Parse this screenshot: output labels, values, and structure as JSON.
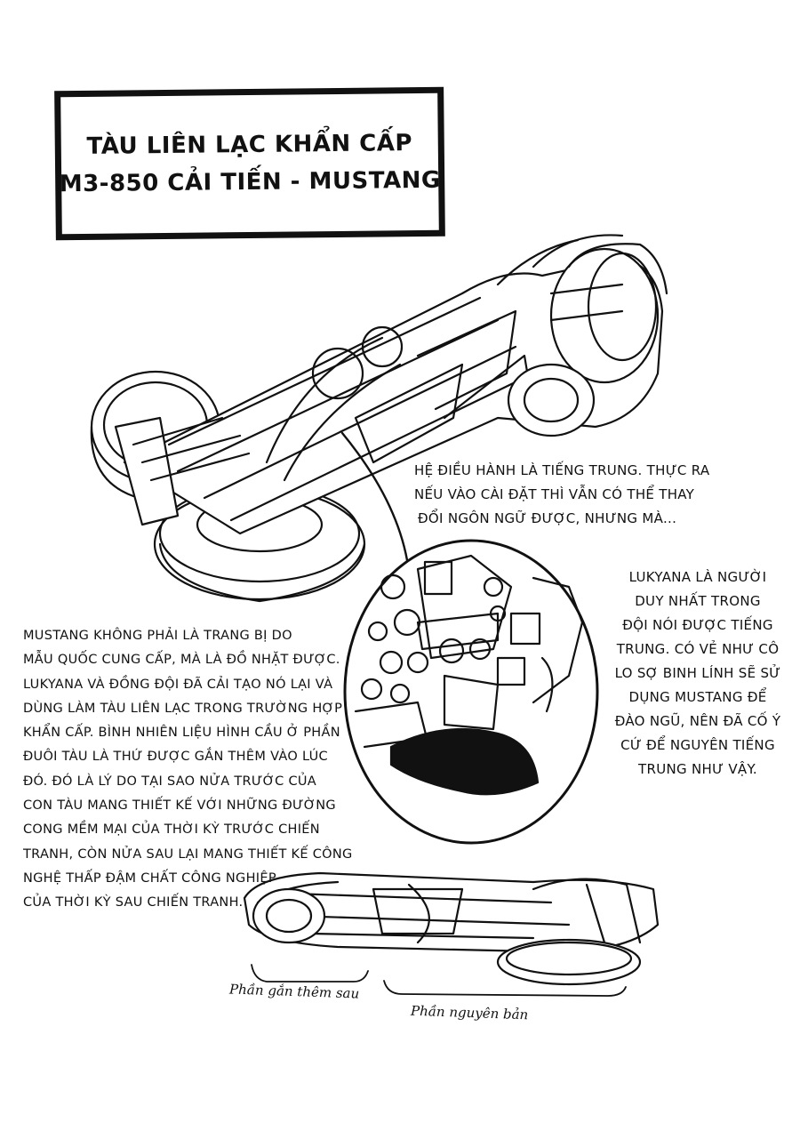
{
  "title": {
    "line1": "TÀU LIÊN LẠC KHẨN CẤP",
    "line2": "M3-850 CẢI TIẾN - MUSTANG"
  },
  "note_os": [
    "HỆ ĐIỀU HÀNH LÀ TIẾNG TRUNG. THỰC RA",
    "NẾU VÀO CÀI ĐẶT THÌ VẪN CÓ THỂ THAY",
    "ĐỔI NGÔN NGỮ ĐƯỢC, NHƯNG MÀ..."
  ],
  "note_lukyana": [
    "LUKYANA LÀ NGƯỜI",
    "DUY NHẤT TRONG",
    "ĐỘI NÓI ĐƯỢC TIẾNG",
    "TRUNG. CÓ VẺ NHƯ CÔ",
    "LO SỢ BINH LÍNH SẼ SỬ",
    "DỤNG MUSTANG ĐỂ",
    "ĐÀO NGŨ, NÊN ĐÃ CỐ Ý",
    "CỨ ĐỂ NGUYÊN TIẾNG",
    "TRUNG NHƯ VẬY."
  ],
  "note_mustang": [
    "MUSTANG KHÔNG PHẢI LÀ TRANG BỊ DO",
    "MẪU QUỐC CUNG CẤP, MÀ LÀ ĐỒ NHẶT ĐƯỢC.",
    "LUKYANA VÀ ĐỒNG ĐỘI ĐÃ CẢI TẠO NÓ LẠI VÀ",
    "DÙNG LÀM TÀU LIÊN LẠC TRONG TRƯỜNG HỢP",
    "KHẨN CẤP. BÌNH NHIÊN LIỆU HÌNH CẦU Ở PHẦN",
    "ĐUÔI TÀU LÀ THỨ ĐƯỢC GẮN THÊM VÀO LÚC",
    "ĐÓ. ĐÓ LÀ LÝ DO TẠI SAO NỬA TRƯỚC CỦA",
    "CON TÀU MANG THIẾT KẾ VỚI NHỮNG ĐƯỜNG",
    "CONG MỀM MẠI CỦA THỜI KỲ TRƯỚC CHIẾN",
    "TRANH, CÒN NỬA SAU LẠI MANG THIẾT KẾ CÔNG",
    "NGHỆ THẤP ĐẬM CHẤT CÔNG NGHIỆP",
    "CỦA THỜI KỲ SAU CHIẾN TRANH."
  ],
  "captions": {
    "added": "Phần gắn thêm sau",
    "original": "Phần nguyên bản"
  }
}
